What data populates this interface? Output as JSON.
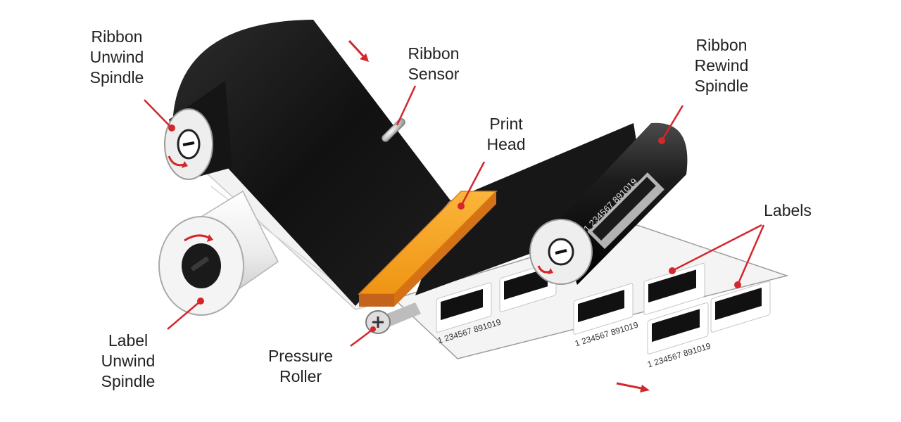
{
  "labels": {
    "ribbon_unwind_spindle": [
      "Ribbon",
      "Unwind",
      "Spindle"
    ],
    "ribbon_sensor": [
      "Ribbon",
      "Sensor"
    ],
    "print_head": [
      "Print",
      "Head"
    ],
    "ribbon_rewind_spindle": [
      "Ribbon",
      "Rewind",
      "Spindle"
    ],
    "labels": [
      "Labels"
    ],
    "label_unwind_spindle": [
      "Label",
      "Unwind",
      "Spindle"
    ],
    "pressure_roller": [
      "Pressure",
      "Roller"
    ]
  },
  "barcode_text": "1 234567 891019",
  "colors": {
    "ribbon": "#161616",
    "print_head": "#f7a21b",
    "print_head_edge": "#c4641a",
    "pointer": "#d4262b",
    "label_roll": "#e6e6e6",
    "label_stock": "#f4f4f4",
    "text": "#222222"
  }
}
